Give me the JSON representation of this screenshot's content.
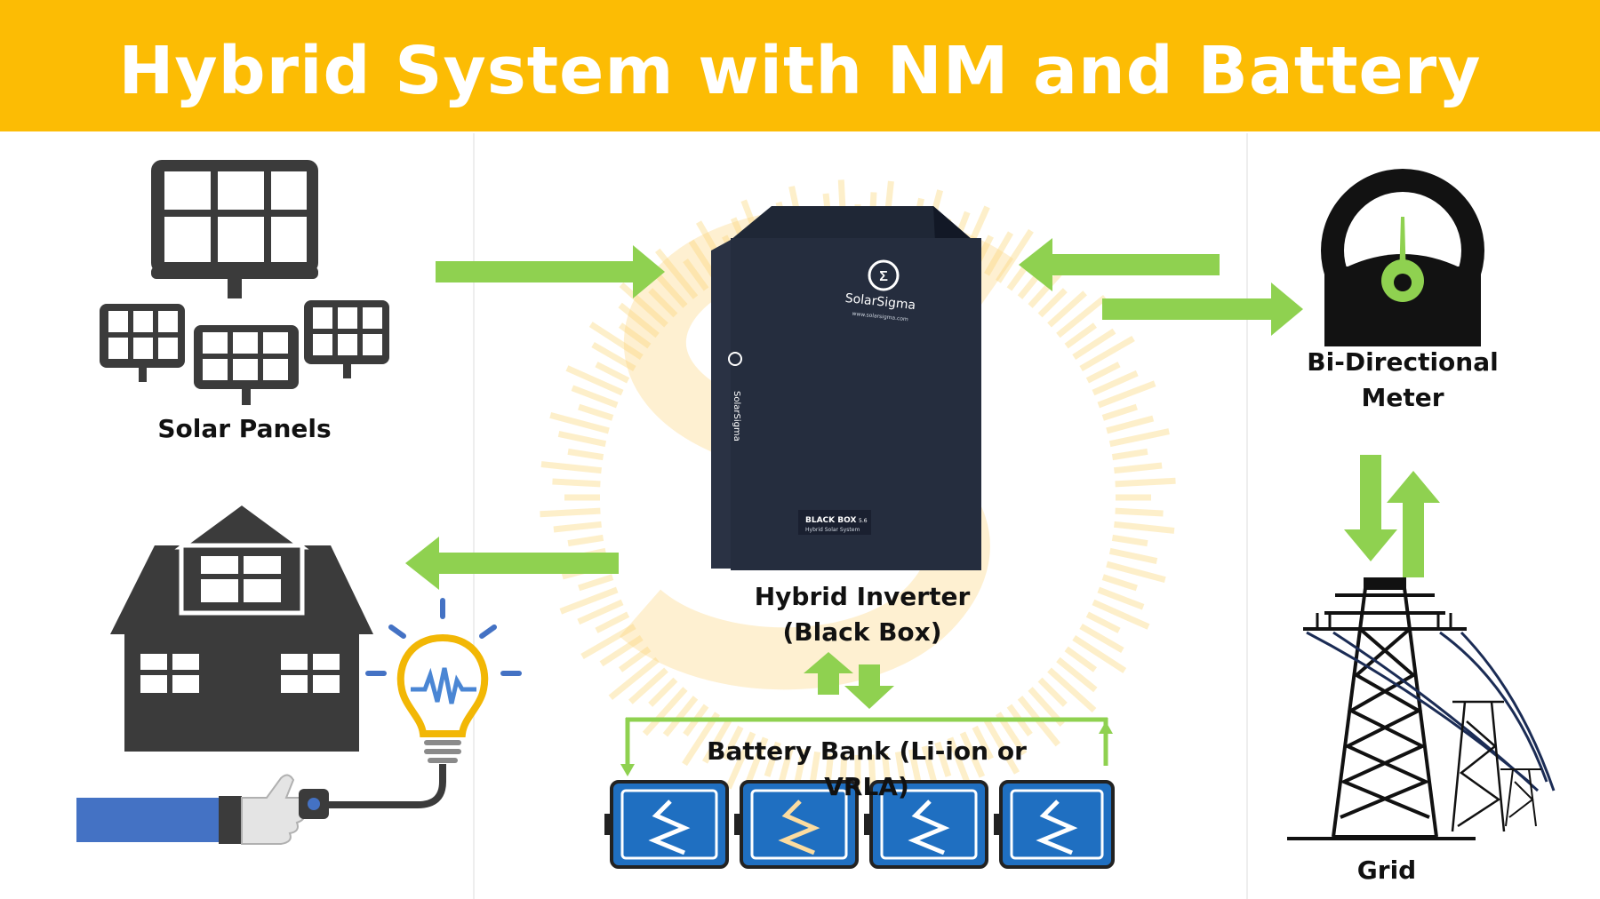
{
  "title": "Hybrid System with NM and Battery Backup",
  "labels": {
    "solar_panels": "Solar Panels",
    "inverter_line1": "Hybrid Inverter",
    "inverter_line2": "(Black Box)",
    "meter_line1": "Bi-Directional",
    "meter_line2": "Meter",
    "battery_bank": "Battery Bank (Li-ion or VRLA)",
    "grid": "Grid"
  },
  "inverter_box": {
    "brand": "SolarSigma",
    "website": "www.solarsigma.com",
    "model": "BLACK BOX",
    "model_version": "5.6",
    "model_subtitle": "Hybrid Solar System"
  },
  "colors": {
    "banner": "#fcbc04",
    "arrow": "#8fd150",
    "icon_dark": "#3b3b3b",
    "battery_blue": "#1f6fc1",
    "bulb_yellow": "#f2b705",
    "sleeve_blue": "#4472c4",
    "watermark": "#fde3a0"
  },
  "icons": [
    "solar-panels-icon",
    "house-icon",
    "light-bulb-icon",
    "hand-plug-icon",
    "inverter-icon",
    "meter-icon",
    "battery-icon",
    "transmission-tower-icon"
  ]
}
